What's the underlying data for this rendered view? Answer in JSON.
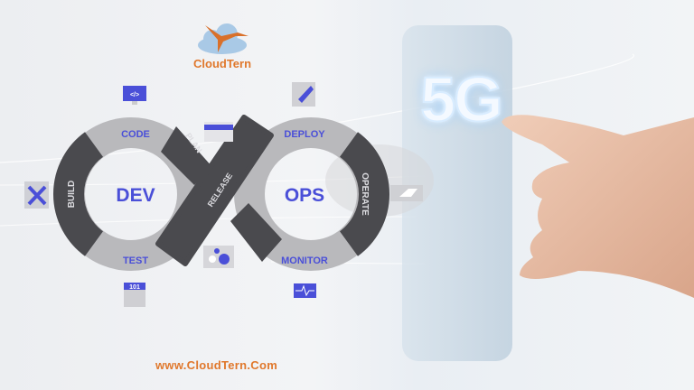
{
  "logo": {
    "name": "CloudTern"
  },
  "diagram": {
    "left_center": "DEV",
    "right_center": "OPS",
    "stages": {
      "code": "CODE",
      "plan": "PLAN",
      "release": "RELEASE",
      "deploy": "DEPLOY",
      "operate": "OPERATE",
      "monitor": "MONITOR",
      "test": "TEST",
      "build": "BUILD"
    },
    "icons": {
      "code": "</>",
      "test": "101"
    }
  },
  "phone": {
    "screen_text": "5G"
  },
  "footer": {
    "url": "www.CloudTern.Com"
  },
  "colors": {
    "accent_orange": "#e0782c",
    "label_blue": "#4a4fd8",
    "ring_light": "#b9b9bc",
    "ring_dark": "#4a4a4e"
  }
}
